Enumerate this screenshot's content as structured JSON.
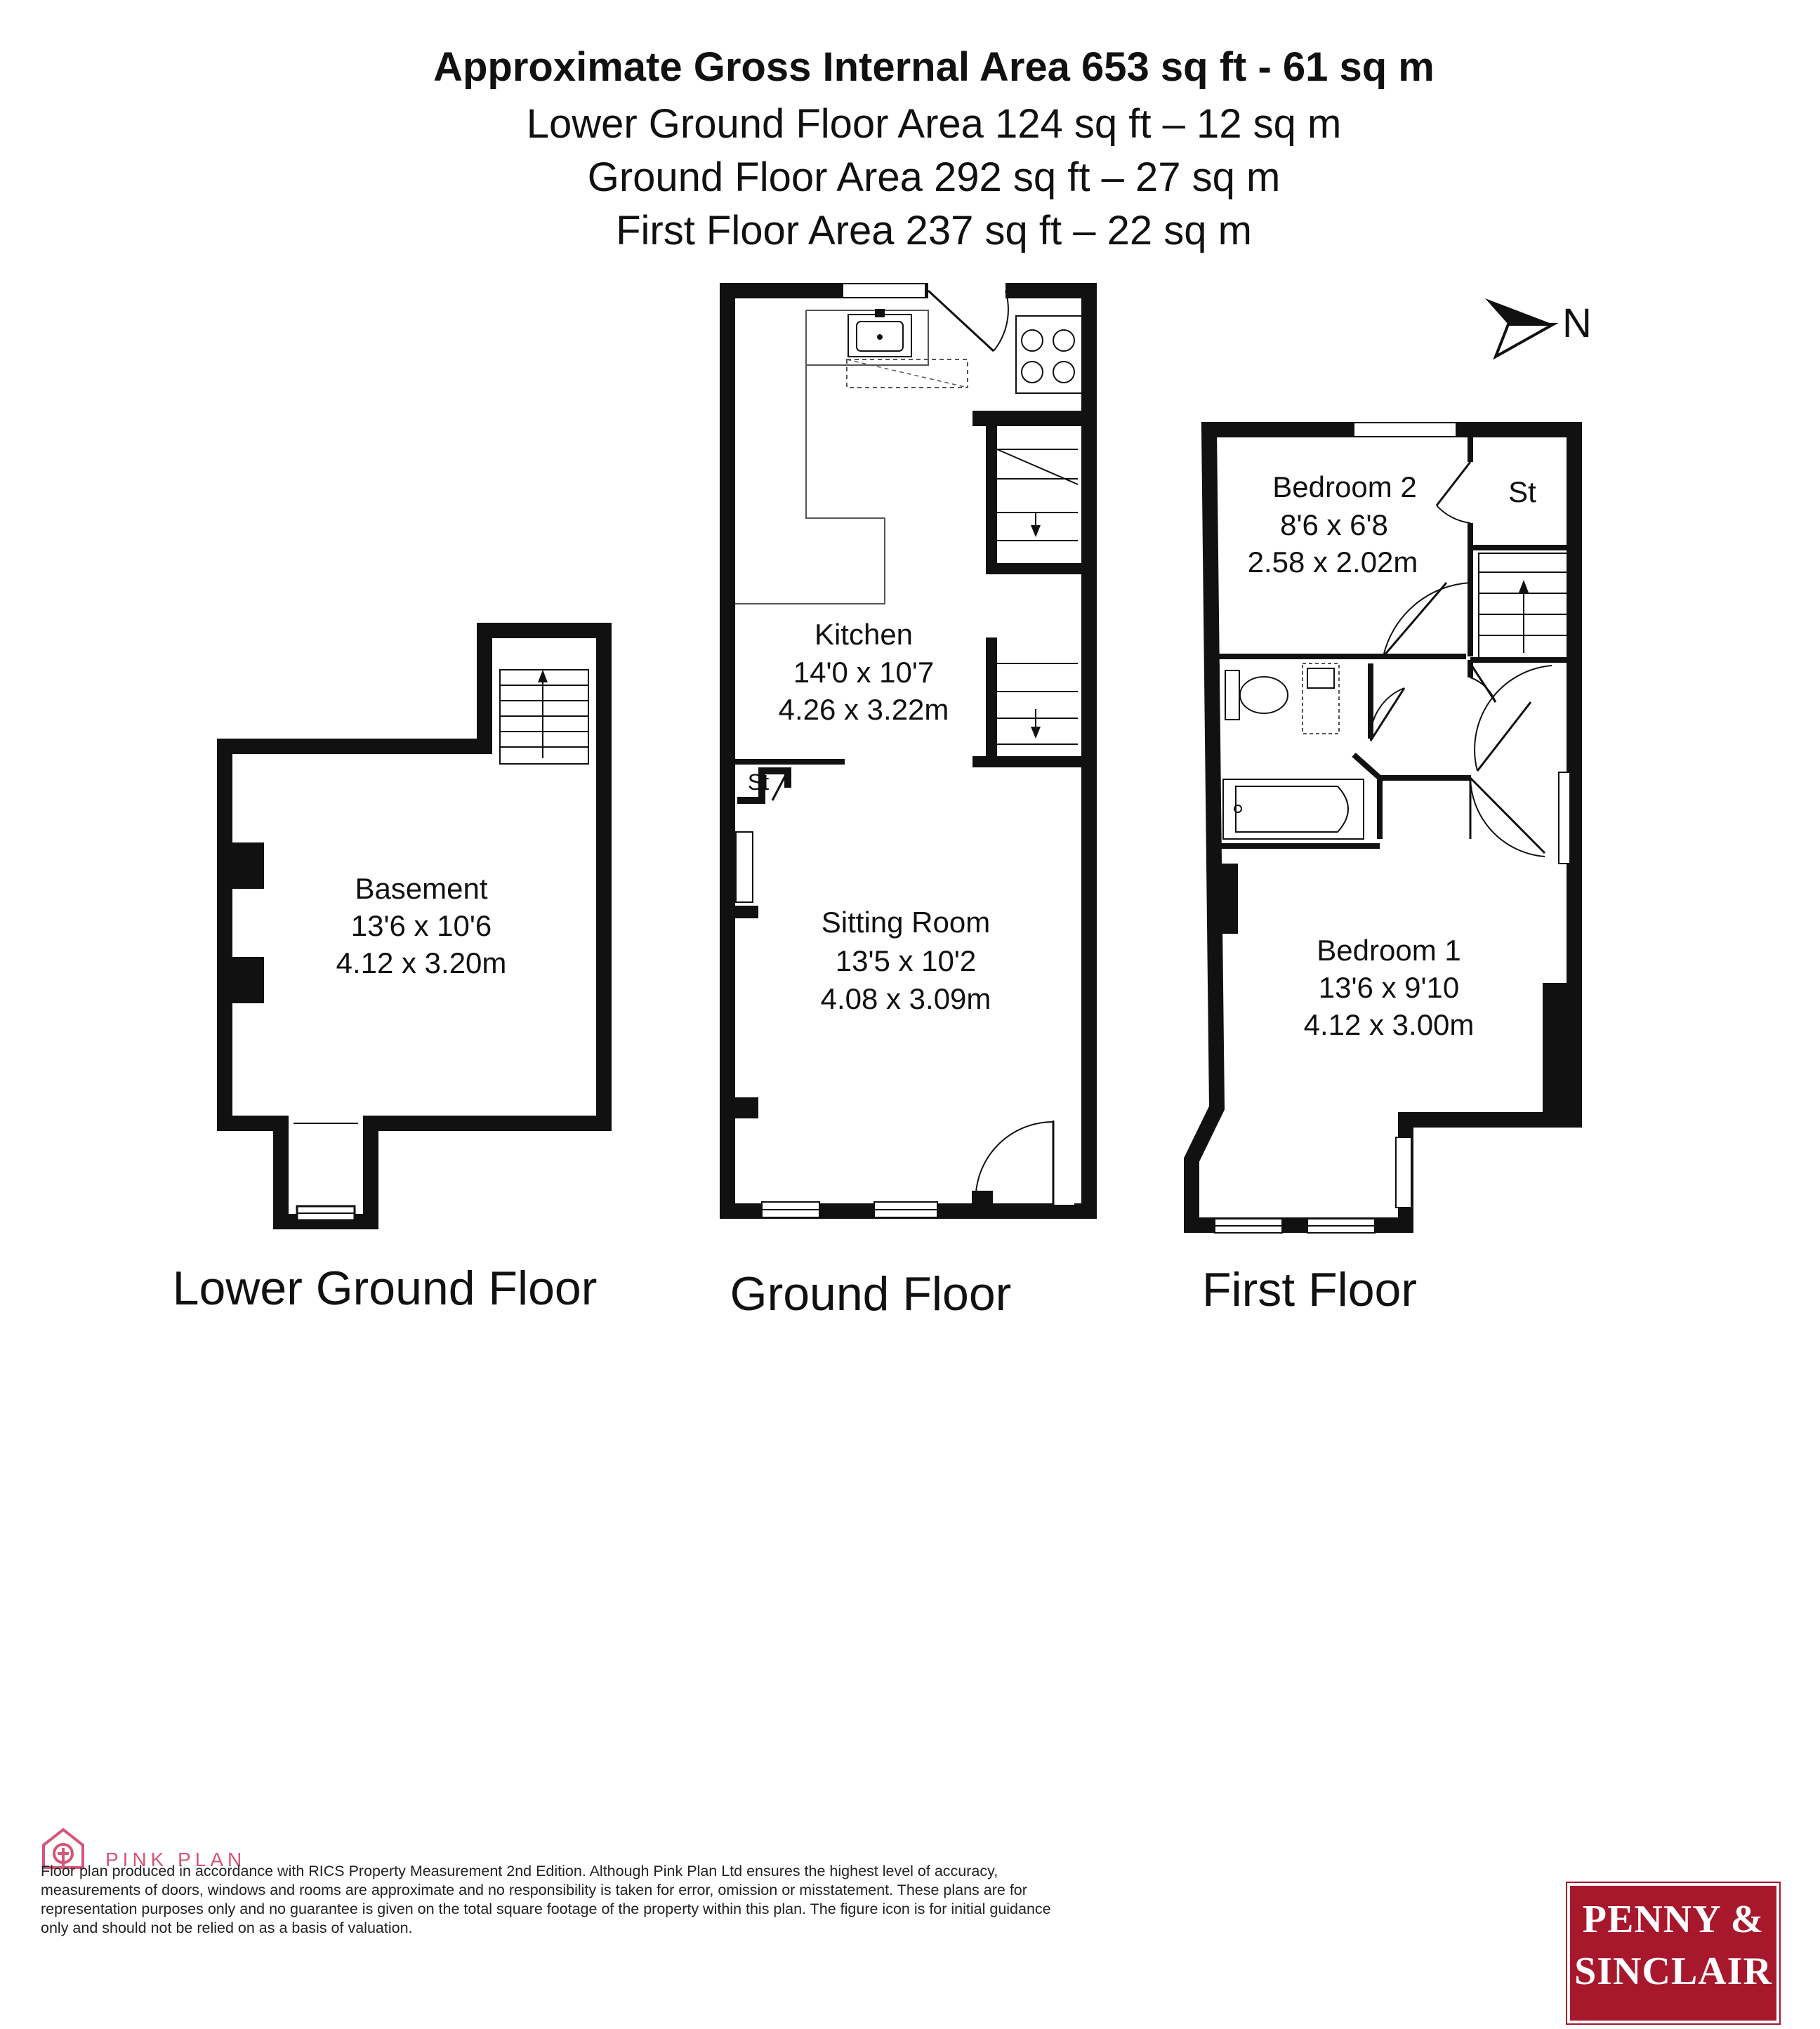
{
  "header": {
    "gross": "Approximate Gross Internal Area 653 sq ft - 61 sq m",
    "lower": "Lower Ground Floor Area 124 sq ft – 12 sq m",
    "ground": "Ground Floor Area 292 sq ft – 27 sq m",
    "first": "First Floor Area 237 sq ft – 22 sq m"
  },
  "compass": {
    "label": "N",
    "icon": "north-arrow-icon"
  },
  "floors": {
    "lower": {
      "label": "Lower Ground Floor"
    },
    "ground": {
      "label": "Ground Floor"
    },
    "first": {
      "label": "First Floor"
    }
  },
  "rooms": {
    "basement": {
      "name": "Basement",
      "imperial": "13'6 x 10'6",
      "metric": "4.12 x 3.20m"
    },
    "kitchen": {
      "name": "Kitchen",
      "imperial": "14'0 x 10'7",
      "metric": "4.26 x 3.22m"
    },
    "sitting": {
      "name": "Sitting Room",
      "imperial": "13'5 x 10'2",
      "metric": "4.08 x 3.09m"
    },
    "bedroom2": {
      "name": "Bedroom 2",
      "imperial": "8'6 x 6'8",
      "metric": "2.58 x 2.02m"
    },
    "bedroom1": {
      "name": "Bedroom 1",
      "imperial": "13'6 x 9'10",
      "metric": "4.12 x 3.00m"
    },
    "store_ground": {
      "name": "St"
    },
    "store_first": {
      "name": "St"
    }
  },
  "footer": {
    "logo_text": "PINK PLAN",
    "disclaimer": "Floor plan produced in accordance with RICS Property Measurement 2nd Edition. Although Pink Plan Ltd ensures the highest level of accuracy, measurements of doors, windows and rooms are approximate and no responsibility is taken for error, omission or misstatement. These plans are for representation purposes only and no guarantee is given on the total square footage of the property within this plan. The figure icon is for initial guidance only and should not be relied on as a basis of valuation.",
    "brand_line1": "PENNY &",
    "brand_line2": "SINCLAIR"
  },
  "colors": {
    "wall": "#111111",
    "brand": "#a8182c",
    "pink": "#d4567a"
  }
}
